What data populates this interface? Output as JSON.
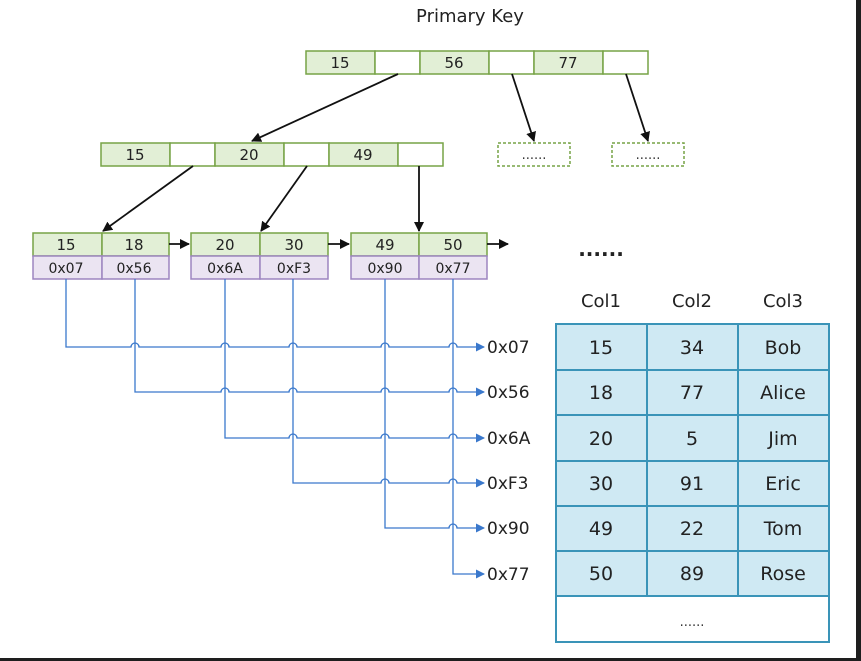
{
  "title": "Primary Key",
  "root_node": {
    "keys": [
      "15",
      "56",
      "77"
    ]
  },
  "internal_node": {
    "keys": [
      "15",
      "20",
      "49"
    ]
  },
  "placeholder_nodes": [
    "......",
    "......"
  ],
  "leaf_nodes": [
    {
      "keys": [
        "15",
        "18"
      ],
      "addresses": [
        "0x07",
        "0x56"
      ]
    },
    {
      "keys": [
        "20",
        "30"
      ],
      "addresses": [
        "0x6A",
        "0xF3"
      ]
    },
    {
      "keys": [
        "49",
        "50"
      ],
      "addresses": [
        "0x90",
        "0x77"
      ]
    }
  ],
  "leaf_more": "......",
  "pointer_labels": [
    "0x07",
    "0x56",
    "0x6A",
    "0xF3",
    "0x90",
    "0x77"
  ],
  "table": {
    "columns": [
      "Col1",
      "Col2",
      "Col3"
    ],
    "rows": [
      [
        "15",
        "34",
        "Bob"
      ],
      [
        "18",
        "77",
        "Alice"
      ],
      [
        "20",
        "5",
        "Jim"
      ],
      [
        "30",
        "91",
        "Eric"
      ],
      [
        "49",
        "22",
        "Tom"
      ],
      [
        "50",
        "89",
        "Rose"
      ]
    ],
    "more": "......"
  },
  "colors": {
    "key_fill": "#e2efd6",
    "key_border": "#77a346",
    "addr_fill": "#ebe4f2",
    "addr_border": "#9d85c0",
    "pointer_line": "#3a78cc",
    "table_fill": "#cfe9f3",
    "table_border": "#3a94b8"
  }
}
